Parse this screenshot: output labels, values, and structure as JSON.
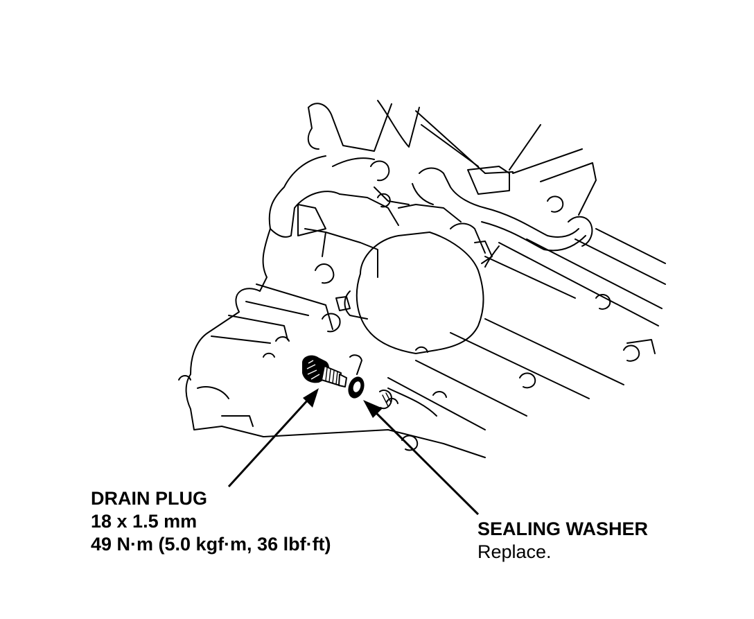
{
  "drain_plug": {
    "title": "DRAIN PLUG",
    "size": "18 x 1.5 mm",
    "torque": "49 N·m (5.0 kgf·m, 36 lbf·ft)"
  },
  "sealing_washer": {
    "title": "SEALING WASHER",
    "note": "Replace."
  }
}
